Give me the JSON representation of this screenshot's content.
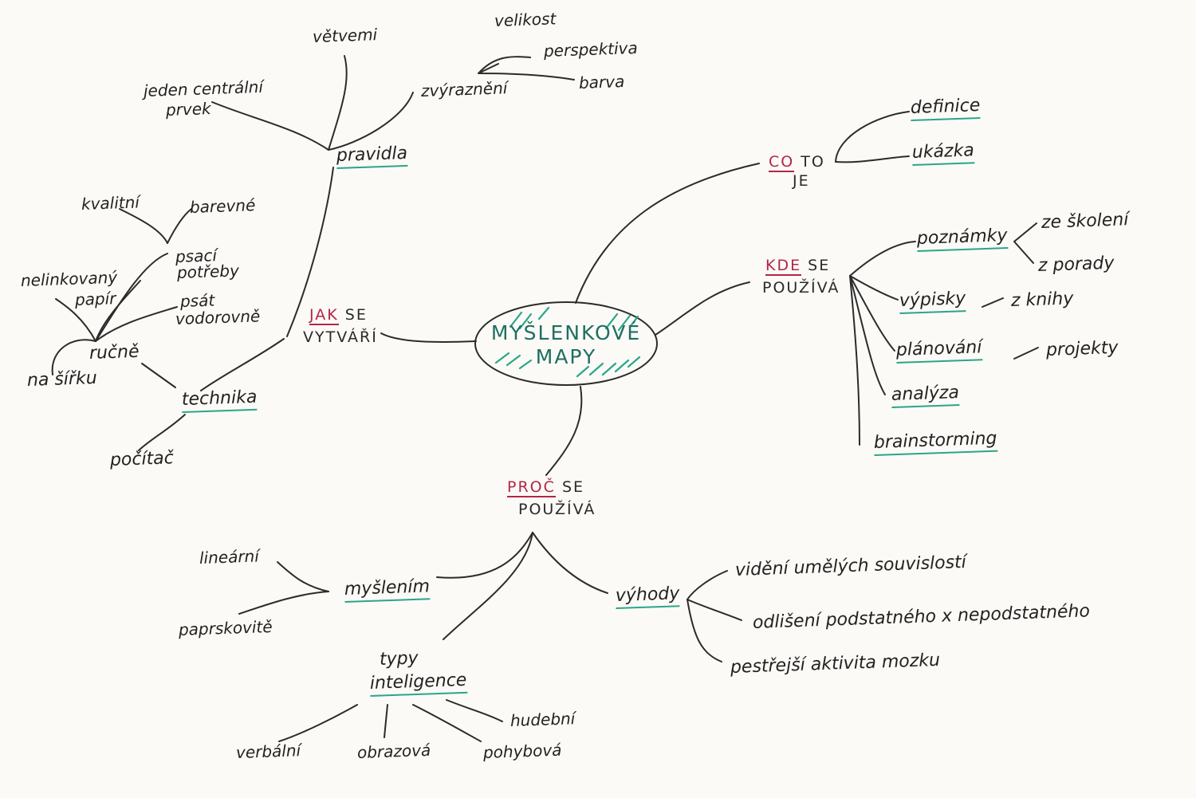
{
  "center": {
    "line1": "MYŠLENKOVÉ",
    "line2": "MAPY"
  },
  "co_to_je": {
    "part1": "CO",
    "part2": "TO",
    "part3": "JE",
    "items": [
      "definice",
      "ukázka"
    ]
  },
  "kde": {
    "part1": "KDE",
    "part2": "SE",
    "part3": "POUŽÍVÁ",
    "poznamky": "poznámky",
    "ze_skoleni": "ze školení",
    "z_porady": "z porady",
    "vypisky": "výpisky",
    "z_knihy": "z knihy",
    "planovani": "plánování",
    "projekty": "projekty",
    "analyza": "analýza",
    "brainstorming": "brainstorming"
  },
  "jak": {
    "part1": "JAK",
    "part2": "SE",
    "part3": "VYTVÁŘÍ",
    "pravidla": "pravidla",
    "jeden1": "jeden centrální",
    "jeden2": "prvek",
    "vetvemi": "větvemi",
    "zvyrazneni": "zvýraznění",
    "velikost": "velikost",
    "perspektiva": "perspektiva",
    "barva": "barva",
    "technika": "technika",
    "rucne": "ručně",
    "pocitac": "počítač",
    "kvalitni": "kvalitní",
    "barevne": "barevné",
    "psaci1": "psací",
    "psaci2": "potřeby",
    "nelink1": "nelinkovaný",
    "nelink2": "papír",
    "psat1": "psát",
    "psat2": "vodorovně",
    "na_sirku": "na šířku"
  },
  "proc": {
    "part1": "PROČ",
    "part2": "SE",
    "part3": "POUŽÍVÁ",
    "myslenim": "myšlením",
    "linearni": "lineární",
    "paprskovite": "paprskovitě",
    "vyhody": "výhody",
    "v1": "vidění umělých souvislostí",
    "v2": "odlišení podstatného x nepodstatného",
    "v3": "pestřejší aktivita mozku",
    "typy1": "typy",
    "typy2": "inteligence",
    "hudebni": "hudební",
    "verbalni": "verbální",
    "obrazova": "obrazová",
    "pohybova": "pohybová"
  },
  "colors": {
    "ink": "#2b2b2b",
    "underline": "#2aa58a",
    "accent": "#b32646",
    "center": "#1f6f63"
  }
}
